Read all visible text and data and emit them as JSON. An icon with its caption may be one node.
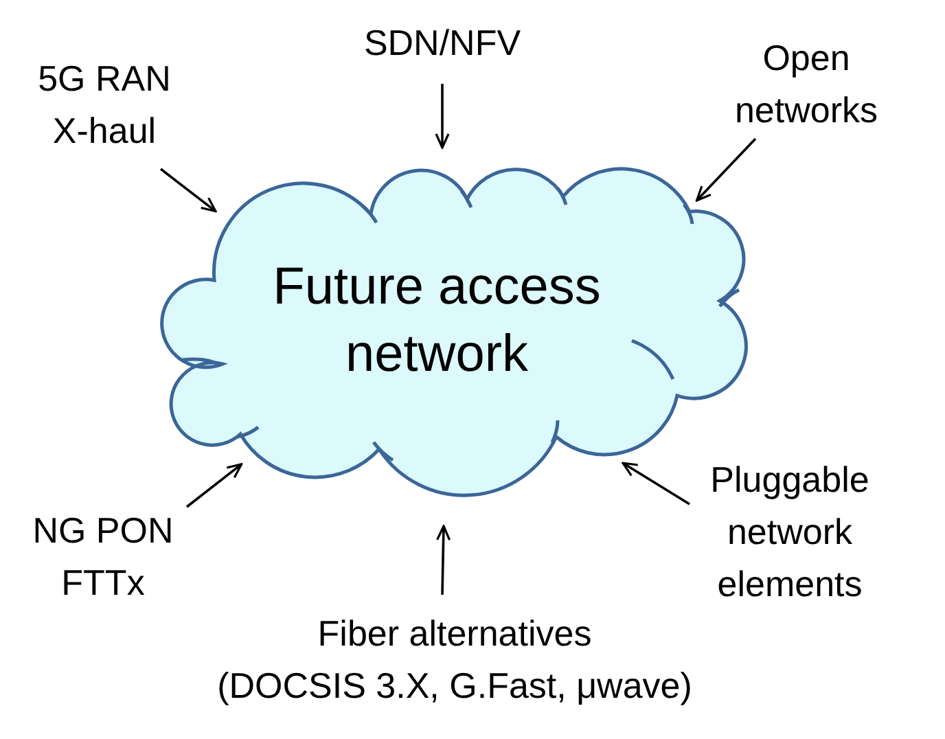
{
  "diagram": {
    "nodes": [
      {
        "text": [
          "5G RAN X-haul"
        ]
      },
      {
        "text": [
          "SDN/NFV"
        ]
      },
      {
        "text": [
          "Open networks"
        ]
      },
      {
        "text": [
          "Future access network"
        ]
      },
      {
        "text": [
          "NG PON FTTx"
        ]
      },
      {
        "text": [
          "Pluggable network elements"
        ]
      },
      {
        "text": [
          "Fiber alternatives",
          "(DOCSIS 3.X, G.Fast, μwave)"
        ]
      }
    ],
    "edges": [
      {
        "from": 0,
        "to": 3,
        "arrow": "to"
      },
      {
        "from": 1,
        "to": 3,
        "arrow": "to"
      },
      {
        "from": 2,
        "to": 3,
        "arrow": "to"
      },
      {
        "from": 4,
        "to": 3,
        "arrow": "to"
      },
      {
        "from": 5,
        "to": 3,
        "arrow": "to"
      },
      {
        "from": 6,
        "to": 3,
        "arrow": "to"
      }
    ]
  }
}
